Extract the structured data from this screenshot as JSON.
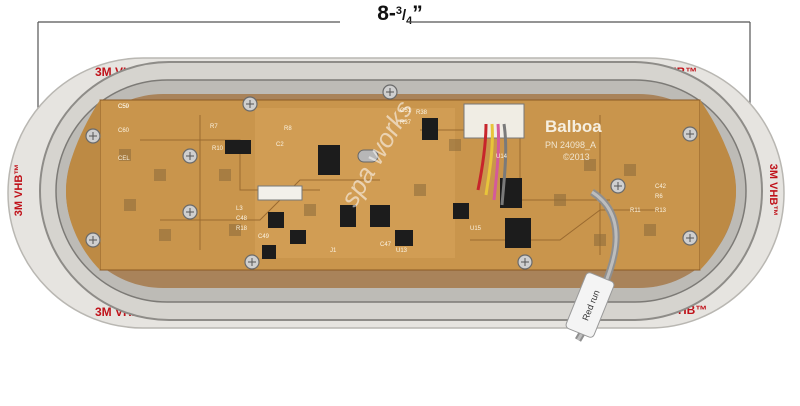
{
  "dimension": {
    "whole": "8",
    "sep": "-",
    "num": "3",
    "slash": "/",
    "den": "4",
    "mark": "”"
  },
  "adhesive_text": "3M VHB™",
  "board": {
    "brand": "Balboa",
    "part_number": "PN 24098_A",
    "copyright": "©2013",
    "silkscreen": [
      "C59",
      "C60",
      "CEL",
      "R7",
      "R8",
      "C2",
      "C51",
      "R37",
      "R38",
      "U14",
      "L3",
      "C48",
      "R18",
      "C49",
      "U13",
      "U15",
      "C42",
      "R6",
      "R13",
      "R11",
      "R10",
      "J1",
      "C47",
      "C50"
    ]
  },
  "watermark": "spa works",
  "cable_tag": "Red run",
  "colors": {
    "board": "#c9954c",
    "frame": "#d9d7d2",
    "gasket": "#e6e4e0",
    "tape_text": "#c0121a",
    "line": "#555555"
  }
}
